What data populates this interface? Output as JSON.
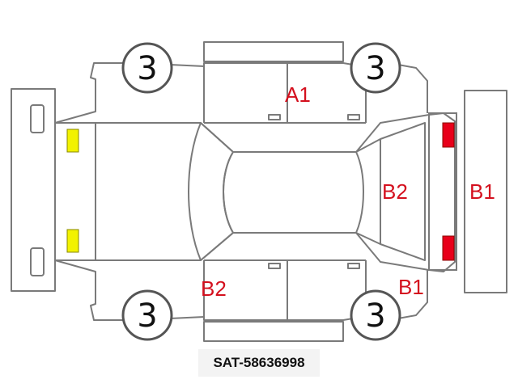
{
  "tire_grades": {
    "front_left": "3",
    "front_right": "3",
    "rear_left": "3",
    "rear_right": "3"
  },
  "damage_marks": {
    "a1": "A1",
    "b2_rear_glass": "B2",
    "b1_rear_bumper": "B1",
    "b2_left_door": "B2",
    "b1_left_quarter": "B1"
  },
  "light_colors": {
    "front": "#f2f200",
    "rear": "#e8001a"
  },
  "mark_color": "#d4101e",
  "stock_code": "SAT-58636998"
}
